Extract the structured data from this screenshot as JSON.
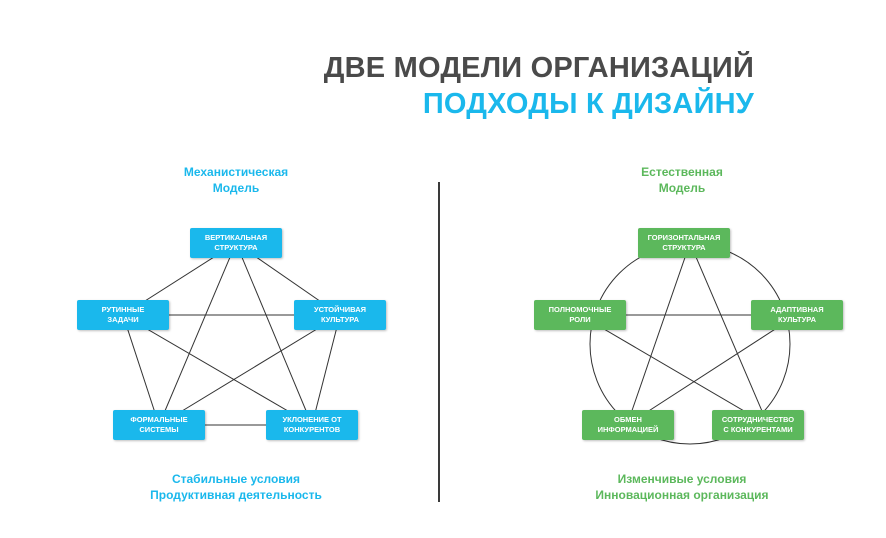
{
  "title": {
    "line1": "ДВЕ МОДЕЛИ ОРГАНИЗАЦИЙ",
    "line2": "ПОДХОДЫ К ДИЗАЙНУ"
  },
  "colors": {
    "title_dark": "#4a4a4a",
    "accent_blue": "#1ab8ec",
    "accent_green": "#5cb85c",
    "divider": "#3a3a3a"
  },
  "mechanistic": {
    "name_line1": "Механистическая",
    "name_line2": "Модель",
    "conditions_line1": "Стабильные условия",
    "conditions_line2": "Продуктивная деятельность",
    "nodes": [
      {
        "line1": "ВЕРТИКАЛЬНАЯ",
        "line2": "СТРУКТУРА"
      },
      {
        "line1": "УСТОЙЧИВАЯ",
        "line2": "КУЛЬТУРА"
      },
      {
        "line1": "УКЛОНЕНИЕ ОТ",
        "line2": "КОНКУРЕНТОВ"
      },
      {
        "line1": "ФОРМАЛЬНЫЕ",
        "line2": "СИСТЕМЫ"
      },
      {
        "line1": "РУТИННЫЕ",
        "line2": "ЗАДАЧИ"
      }
    ]
  },
  "organic": {
    "name_line1": "Естественная",
    "name_line2": "Модель",
    "conditions_line1": "Изменчивые условия",
    "conditions_line2": "Инновационная организация",
    "nodes": [
      {
        "line1": "ГОРИЗОНТАЛЬНАЯ",
        "line2": "СТРУКТУРА"
      },
      {
        "line1": "АДАПТИВНАЯ",
        "line2": "КУЛЬТУРА"
      },
      {
        "line1": "СОТРУДНИЧЕСТВО",
        "line2": "С КОНКУРЕНТАМИ"
      },
      {
        "line1": "ОБМЕН",
        "line2": "ИНФОРМАЦИЕЙ"
      },
      {
        "line1": "ПОЛНОМОЧНЫЕ",
        "line2": "РОЛИ"
      }
    ]
  }
}
